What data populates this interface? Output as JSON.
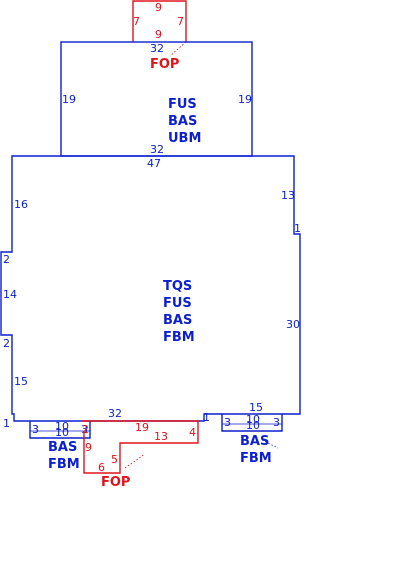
{
  "colors": {
    "main": "#0b1fd1",
    "porch": "#e0141b"
  },
  "areas": {
    "top_porch": {
      "label": "FOP",
      "dims": {
        "top": "9",
        "left": "7",
        "right": "7",
        "bottom": "9"
      }
    },
    "upper_block": {
      "codes": [
        "FUS",
        "BAS",
        "UBM"
      ],
      "dims": {
        "top": "32",
        "left": "19",
        "right": "19",
        "bottom": "32"
      }
    },
    "main_block": {
      "codes": [
        "TQS",
        "FUS",
        "BAS",
        "FBM"
      ],
      "dims": {
        "top": "47",
        "right_upper": "13",
        "right_jog": "1",
        "right": "30",
        "left_upper": "16",
        "left_jog_a": "2",
        "left_mid": "14",
        "left_jog_b": "2",
        "left_lower": "15",
        "bottom_left_jog": "1",
        "bottom": "32",
        "bottom_right_a": "15",
        "bottom_right_jog": "1"
      }
    },
    "left_bump": {
      "codes": [
        "BAS",
        "FBM"
      ],
      "dims": {
        "left": "3",
        "top": "10",
        "bottom": "10",
        "right": "3"
      }
    },
    "right_bump": {
      "codes": [
        "BAS",
        "FBM"
      ],
      "dims": {
        "left": "3",
        "top": "10",
        "bottom": "10",
        "right": "3"
      }
    },
    "bottom_porch": {
      "label": "FOP",
      "dims": {
        "top": "19",
        "right": "4",
        "inner": "13",
        "step": "5",
        "bottom": "6",
        "left": "9",
        "notch": "2"
      }
    }
  }
}
